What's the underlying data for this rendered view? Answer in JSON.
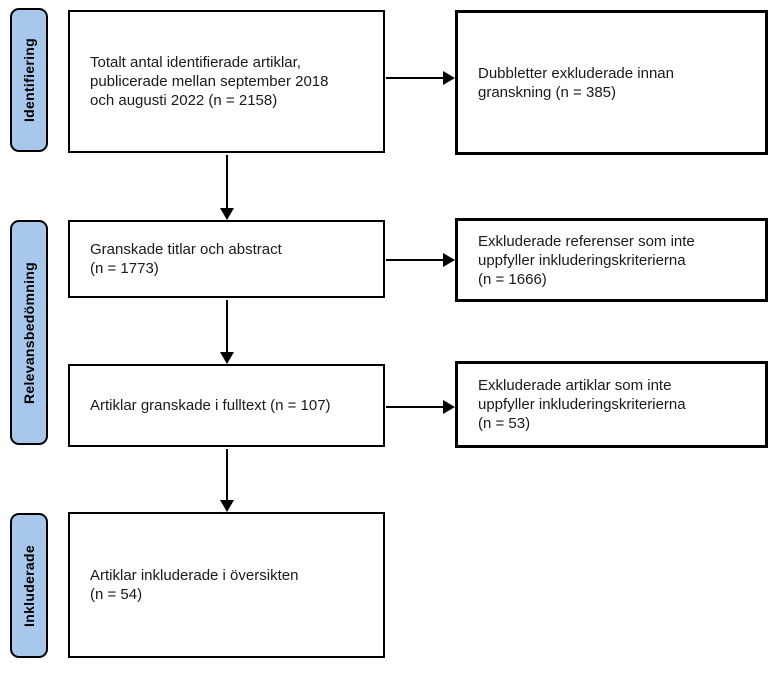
{
  "colors": {
    "stage_fill": "#A8C8EB",
    "border": "#000000"
  },
  "stages": [
    {
      "label": "Identifiering"
    },
    {
      "label": "Relevansbedömning"
    },
    {
      "label": "Inkluderade"
    }
  ],
  "flow": {
    "main": [
      {
        "text": "Totalt antal identifierade artiklar,\npublicerade mellan september 2018\noch augusti 2022 (n = 2158)"
      },
      {
        "text": "Granskade titlar och abstract\n(n = 1773)"
      },
      {
        "text": "Artiklar granskade i fulltext (n = 107)"
      },
      {
        "text": "Artiklar inkluderade i översikten\n(n = 54)"
      }
    ],
    "excluded": [
      {
        "text": "Dubbletter exkluderade innan\ngranskning (n = 385)"
      },
      {
        "text": "Exkluderade referenser som inte\nuppfyller inkluderingskriterierna\n(n = 1666)"
      },
      {
        "text": "Exkluderade artiklar som inte\nuppfyller inkluderingskriterierna\n(n = 53)"
      }
    ]
  }
}
